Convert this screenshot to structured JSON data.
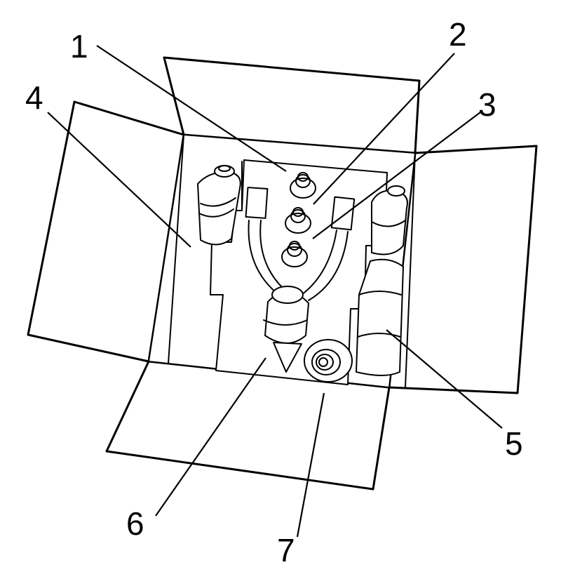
{
  "labels": {
    "l1": "1",
    "l2": "2",
    "l3": "3",
    "l4": "4",
    "l5": "5",
    "l6": "6",
    "l7": "7"
  },
  "icons": {
    "box": "open-box-icon",
    "bottle": "bottle-icon",
    "tubing": "y-tube-icon"
  },
  "colors": {
    "line": "#000000",
    "background": "#ffffff"
  }
}
